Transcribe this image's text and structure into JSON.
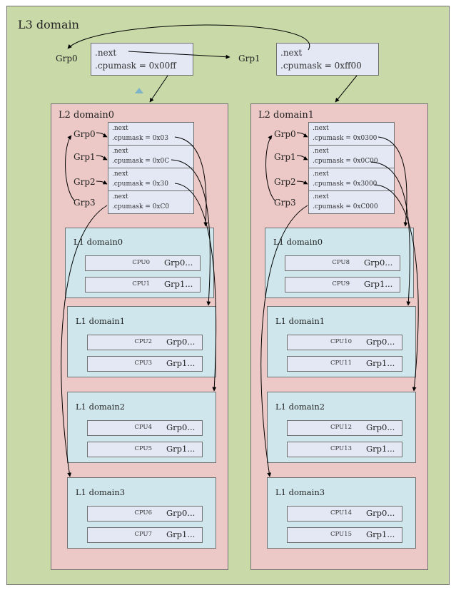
{
  "l3": {
    "title": "L3 domain",
    "grp0_label": "Grp0",
    "grp1_label": "Grp1",
    "grp0_box": [
      ".next",
      ".cpumask = 0x00ff"
    ],
    "grp1_box": [
      ".next",
      ".cpumask = 0xff00"
    ]
  },
  "l2": [
    {
      "title": "L2 domain0",
      "grp_labels": [
        "Grp0",
        "Grp1",
        "Grp2",
        "Grp3"
      ],
      "groups": [
        [
          ".next",
          ".cpumask = 0x03"
        ],
        [
          ".next",
          ".cpumask = 0x0C"
        ],
        [
          ".next",
          ".cpumask = 0x30"
        ],
        [
          ".next",
          ".cpumask = 0xC0"
        ]
      ],
      "l1": [
        {
          "title": "L1 domain0",
          "cpus": [
            {
              "cpu": "CPU0",
              "grp": "Grp0..."
            },
            {
              "cpu": "CPU1",
              "grp": "Grp1..."
            }
          ]
        },
        {
          "title": "L1 domain1",
          "cpus": [
            {
              "cpu": "CPU2",
              "grp": "Grp0..."
            },
            {
              "cpu": "CPU3",
              "grp": "Grp1..."
            }
          ]
        },
        {
          "title": "L1 domain2",
          "cpus": [
            {
              "cpu": "CPU4",
              "grp": "Grp0..."
            },
            {
              "cpu": "CPU5",
              "grp": "Grp1..."
            }
          ]
        },
        {
          "title": "L1 domain3",
          "cpus": [
            {
              "cpu": "CPU6",
              "grp": "Grp0..."
            },
            {
              "cpu": "CPU7",
              "grp": "Grp1..."
            }
          ]
        }
      ]
    },
    {
      "title": "L2 domain1",
      "grp_labels": [
        "Grp0",
        "Grp1",
        "Grp2",
        "Grp3"
      ],
      "groups": [
        [
          ".next",
          ".cpumask = 0x0300"
        ],
        [
          ".next",
          ".cpumask = 0x0C00"
        ],
        [
          ".next",
          ".cpumask = 0x3000"
        ],
        [
          ".next",
          ".cpumask = 0xC000"
        ]
      ],
      "l1": [
        {
          "title": "L1 domain0",
          "cpus": [
            {
              "cpu": "CPU8",
              "grp": "Grp0..."
            },
            {
              "cpu": "CPU9",
              "grp": "Grp1..."
            }
          ]
        },
        {
          "title": "L1 domain1",
          "cpus": [
            {
              "cpu": "CPU10",
              "grp": "Grp0..."
            },
            {
              "cpu": "CPU11",
              "grp": "Grp1..."
            }
          ]
        },
        {
          "title": "L1 domain2",
          "cpus": [
            {
              "cpu": "CPU12",
              "grp": "Grp0..."
            },
            {
              "cpu": "CPU13",
              "grp": "Grp1..."
            }
          ]
        },
        {
          "title": "L1 domain3",
          "cpus": [
            {
              "cpu": "CPU14",
              "grp": "Grp0..."
            },
            {
              "cpu": "CPU15",
              "grp": "Grp1..."
            }
          ]
        }
      ]
    }
  ]
}
